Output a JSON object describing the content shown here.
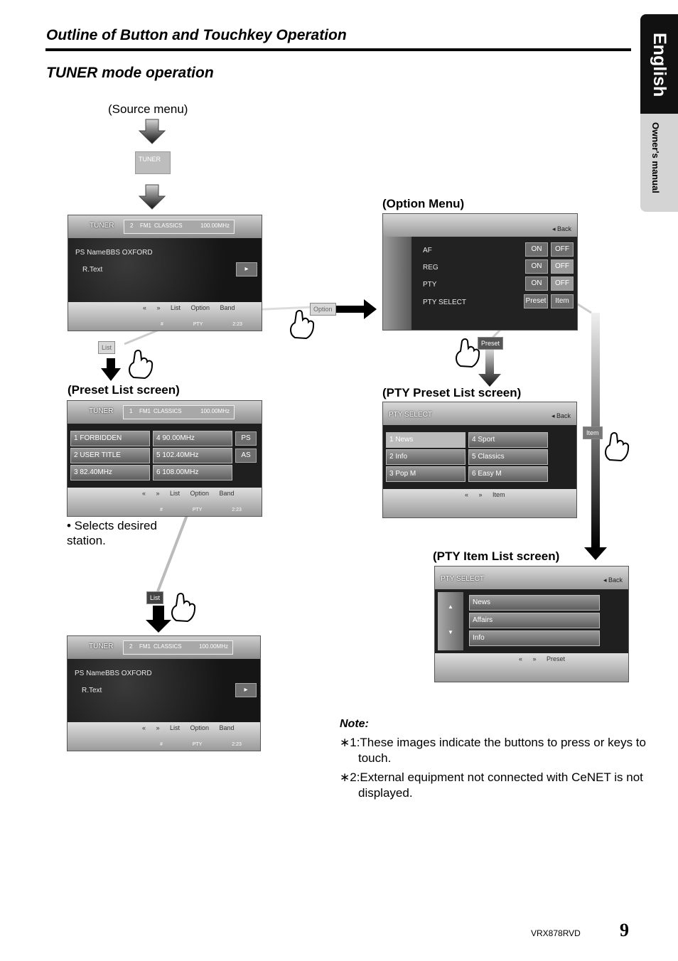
{
  "header": {
    "title": "Outline of Button and Touchkey Operation",
    "section": "TUNER mode operation"
  },
  "side_tab": {
    "language": "English",
    "manual": "Owner's manual"
  },
  "source_menu": {
    "caption": "(Source menu)",
    "tuner_button": "TUNER"
  },
  "tuner_screen": {
    "mode": "TUNER",
    "preset": "2",
    "band": "FM1",
    "station": "CLASSICS",
    "freq": "100.00MHz",
    "ps_label": "PS Name",
    "ps_value": "BBS OXFORD",
    "rtext_label": "R.Text",
    "toolbar": "« » List Option Band",
    "status": "# PTY 2:23"
  },
  "callouts": {
    "option": "Option",
    "list": "List",
    "list_active": "List",
    "preset": "Preset",
    "item": "Item"
  },
  "option_menu": {
    "caption": "(Option Menu)",
    "back": "Back",
    "rows": [
      {
        "label": "AF",
        "on": "ON",
        "off": "OFF"
      },
      {
        "label": "REG",
        "on": "ON",
        "off": "OFF"
      },
      {
        "label": "PTY",
        "on": "ON",
        "off": "OFF"
      }
    ],
    "pty_select": "PTY SELECT",
    "preset_btn": "Preset",
    "item_btn": "Item"
  },
  "preset_list": {
    "caption": "(Preset List screen)",
    "mode": "TUNER",
    "preset": "1",
    "band": "FM1",
    "station": "CLASSICS",
    "freq": "100.00MHz",
    "items": [
      "1 FORBIDDEN",
      "2 USER TITLE",
      "3 82.40MHz",
      "4 90.00MHz",
      "5 102.40MHz",
      "6 108.00MHz"
    ],
    "side": [
      "PS",
      "AS"
    ],
    "toolbar": "« » List Option Band",
    "status": "# PTY 2:23",
    "bullet": "• Selects desired station."
  },
  "pty_preset": {
    "caption": "(PTY Preset List screen)",
    "title": "PTY SELECT",
    "back": "Back",
    "items": [
      "1 News",
      "2 Info",
      "3 Pop M",
      "4 Sport",
      "5 Classics",
      "6 Easy M"
    ],
    "toolbar": "« » Item"
  },
  "pty_item": {
    "caption": "(PTY Item List screen)",
    "title": "PTY SELECT",
    "back": "Back",
    "items": [
      "News",
      "Affairs",
      "Info"
    ],
    "toolbar": "« » Preset"
  },
  "note": {
    "heading": "Note:",
    "n1": "∗1:These images indicate the buttons to press or keys to touch.",
    "n2": "∗2:External equipment not connected with CeNET is not displayed."
  },
  "footer": {
    "model": "VRX878RVD",
    "page": "9"
  }
}
